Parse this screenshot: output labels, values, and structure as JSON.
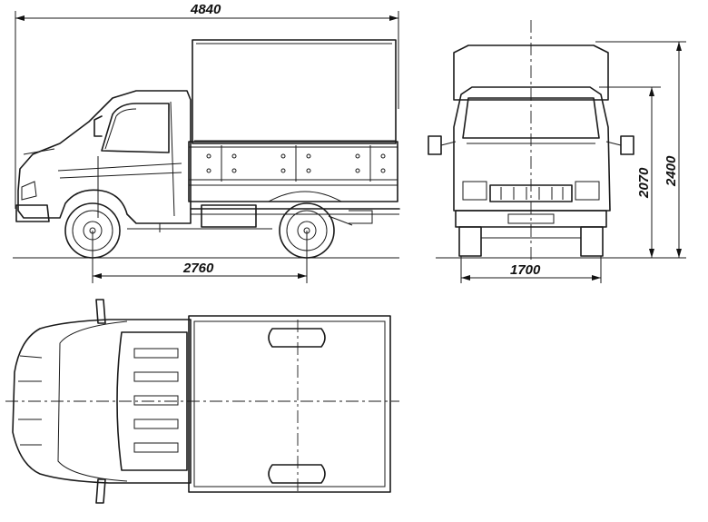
{
  "dimensions": {
    "overall_length": "4840",
    "wheelbase": "2760",
    "track": "1700",
    "cab_height": "2070",
    "overall_height": "2400"
  },
  "colors": {
    "ink": "#1a1a1a",
    "paper": "#ffffff"
  }
}
